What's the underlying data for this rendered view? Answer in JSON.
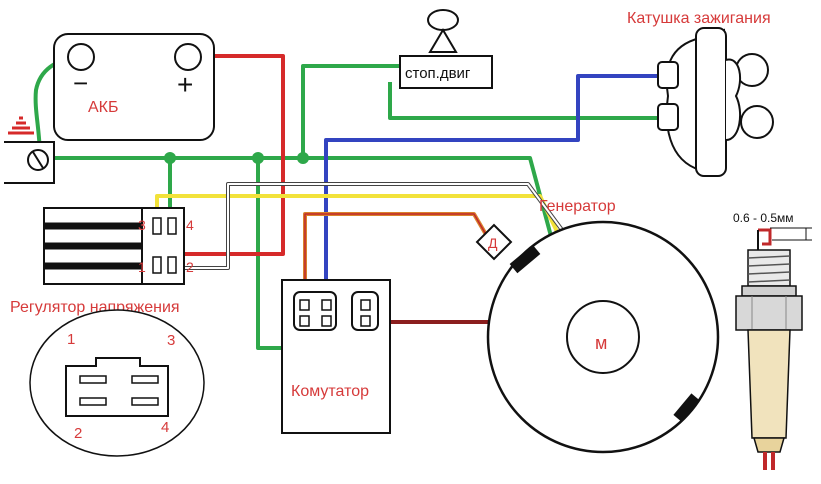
{
  "labels": {
    "battery": "АКБ",
    "battery_minus": "−",
    "battery_plus": "+",
    "kill_switch": "стоп.двиг",
    "ignition_coil": "Катушка зажигания",
    "generator": "Генератор",
    "sensor": "Д",
    "regulator": "Регулятор напряжения",
    "commutator": "Комутатор",
    "magneto": "м",
    "plug_gap": "0.6 - 0.5мм"
  },
  "regulator_pins": {
    "p1": "1",
    "p2": "2",
    "p3": "3",
    "p4": "4"
  },
  "connector_pins": {
    "p1": "1",
    "p2": "2",
    "p3": "3",
    "p4": "4"
  },
  "colors": {
    "red": "#d62a2a",
    "green": "#2ea84a",
    "blue": "#3344c0",
    "yellow": "#f2e23a",
    "orange": "#d9822b",
    "dark_red": "#8b1e1e",
    "label_red": "#d63a3a"
  }
}
